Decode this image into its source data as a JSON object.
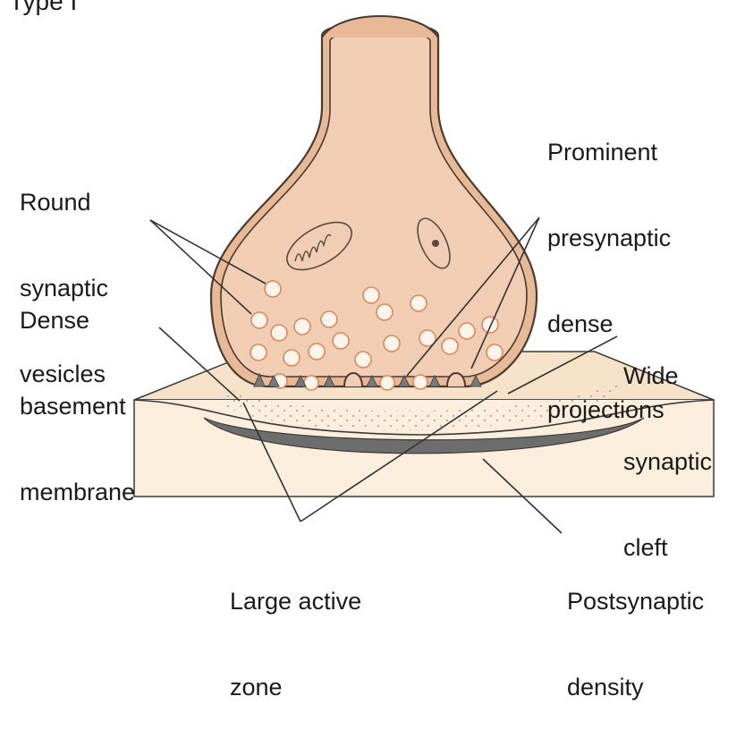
{
  "title": "Type I",
  "labels": {
    "round_vesicles": [
      "Round",
      "synaptic",
      "vesicles"
    ],
    "dense_basement": [
      "Dense",
      "basement",
      "membrane"
    ],
    "presynaptic_projections": [
      "Prominent",
      "presynaptic",
      "dense",
      "projections"
    ],
    "wide_cleft": [
      "Wide",
      "synaptic",
      "cleft"
    ],
    "large_active_zone": [
      "Large active",
      "zone"
    ],
    "postsynaptic_density": [
      "Postsynaptic",
      "density"
    ]
  },
  "colors": {
    "terminal_fill": "#f1cdb4",
    "membrane_outer": "#4a3a30",
    "membrane_band": "#e8b996",
    "block_top": "#f6e2c8",
    "block_front": "#fbeedd",
    "density_fill": "#6d6d6d",
    "vesicle_fill": "#fff4ec",
    "vesicle_ring": "#d98a5a"
  }
}
